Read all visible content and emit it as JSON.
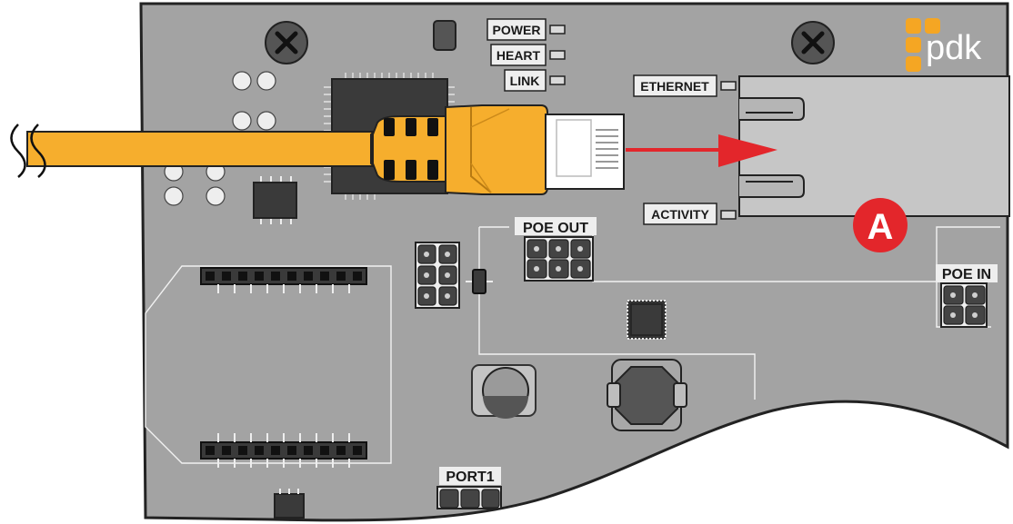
{
  "brand": {
    "name": "pdk",
    "logo_color": "#f5a623",
    "logo_text_color": "#ffffff"
  },
  "labels": {
    "power": "POWER",
    "heart": "HEART",
    "link": "LINK",
    "ethernet": "ETHERNET",
    "activity": "ACTIVITY",
    "poe_out": "POE OUT",
    "poe_in": "POE IN",
    "port1": "PORT1"
  },
  "callout": {
    "letter": "A",
    "color": "#e3262b"
  },
  "colors": {
    "board": "#a3a3a3",
    "board_edge": "#222222",
    "cable": "#f6ae2d",
    "arrow": "#e3262b",
    "chip": "#3a3a3a"
  },
  "icons": {
    "mount_screw": "x-screw-icon",
    "cable_break": "wavy-break-icon",
    "direction_arrow": "arrow-right-icon"
  }
}
